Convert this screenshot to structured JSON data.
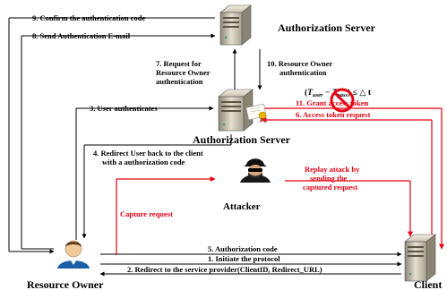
{
  "nodes": {
    "auth_server_top": "Authorization Server",
    "auth_server_mid": "Authorization Server",
    "attacker": "Attacker",
    "resource_owner": "Resource Owner",
    "client": "Client"
  },
  "steps": {
    "s1": "1. Initiate the protocol",
    "s2": "2. Redirect to the service provider(ClientID, Redirect_URL)",
    "s3": "3. User authenticates",
    "s4_line1": "4. Redirect User back to the client",
    "s4_line2": "with a authorization code",
    "s5": "5. Authorization code",
    "s6": "6. Access token request",
    "s7_line1": "7. Request for",
    "s7_line2": "Resource Owner",
    "s7_line3": "authentication",
    "s8": "8. Send Authentication E-mail",
    "s9": "9. Confirm the authentication code",
    "s10_line1": "10. Resource Owner",
    "s10_line2": "authentication",
    "s11": "11. Grant access token"
  },
  "attack": {
    "capture": "Capture request",
    "replay_line1": "Replay attack by",
    "replay_line2": "sending the",
    "replay_line3": "captured request"
  },
  "formula": {
    "open": "(",
    "t": "T",
    "sub_user": "user",
    "minus": " − ",
    "sub_pass": "pass",
    "close": ") ≤ △ t"
  },
  "icons": [
    "server-icon",
    "certificate-icon",
    "hacker-icon",
    "user-icon",
    "prohibited-icon"
  ],
  "colors": {
    "attack": "#e60012",
    "line": "#000000",
    "server_body": "#d9d4c4"
  }
}
